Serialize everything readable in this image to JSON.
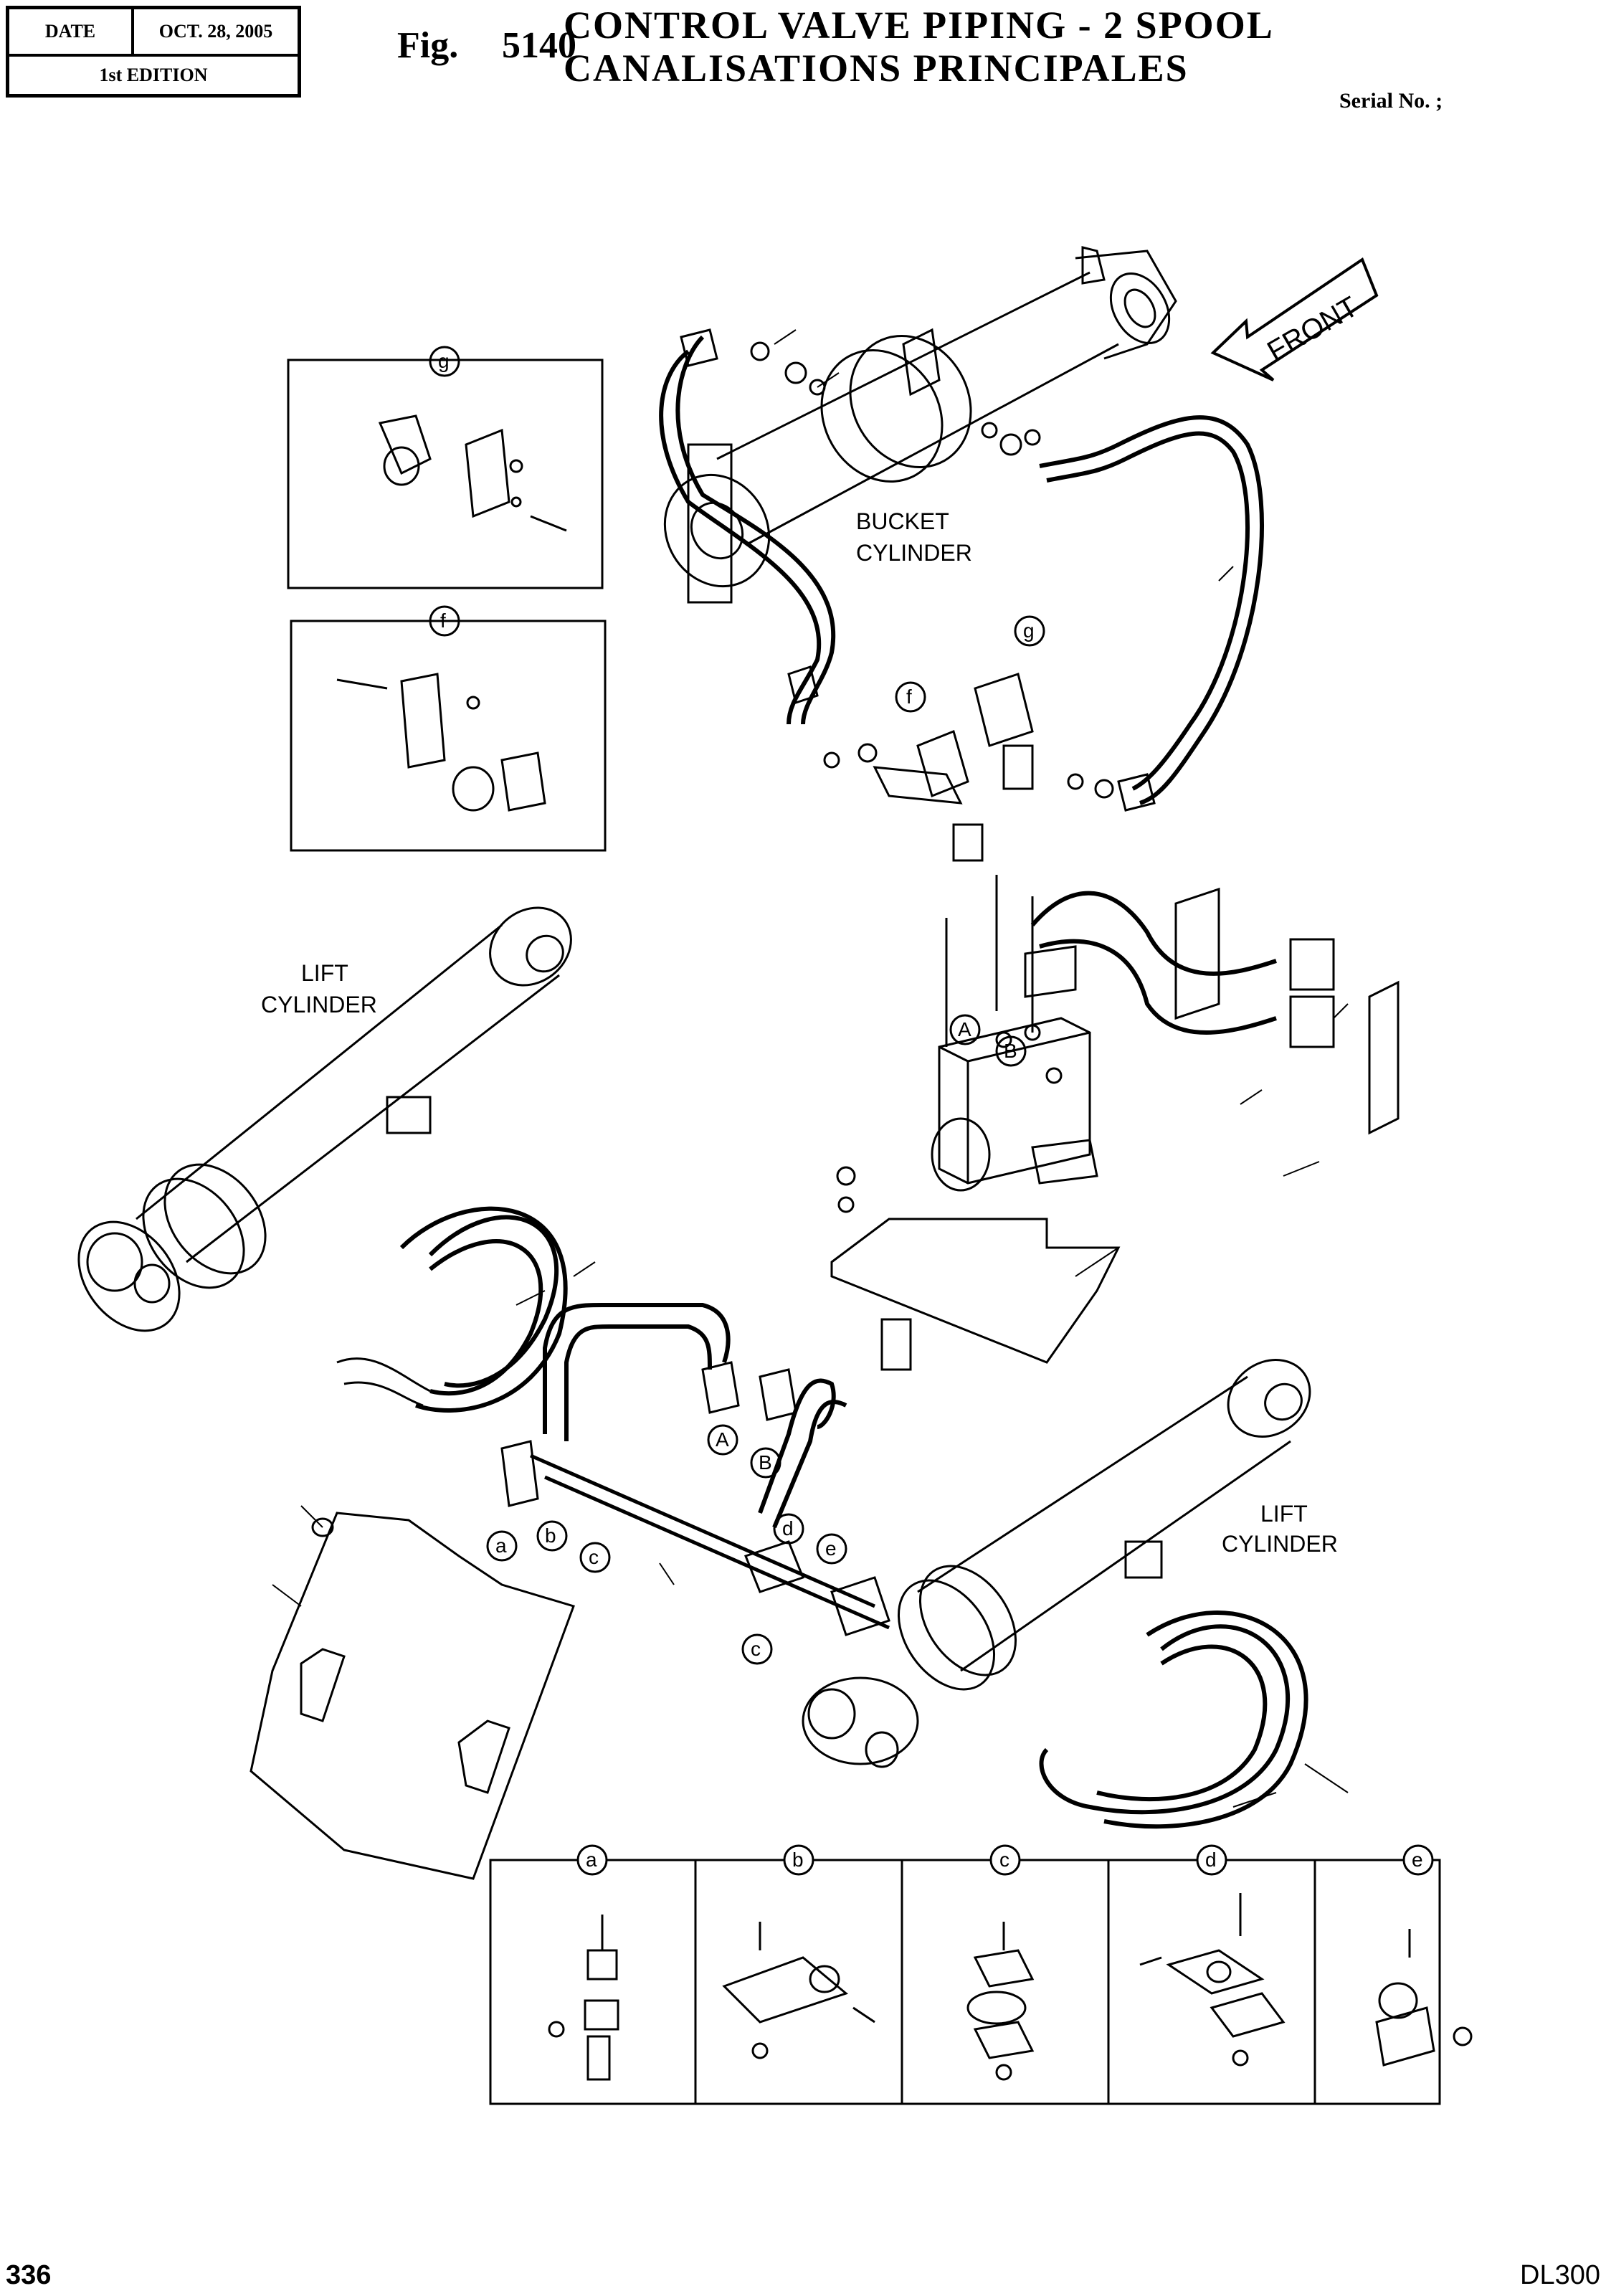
{
  "header": {
    "date_label": "DATE",
    "date_value": "OCT. 28, 2005",
    "edition": "1st EDITION",
    "fig_label": "Fig.",
    "fig_number": "5140",
    "title_en": "CONTROL  VALVE  PIPING - 2 SPOOL",
    "title_fr": "CANALISATIONS  PRINCIPALES",
    "serial": "Serial No. ;"
  },
  "labels": {
    "front": "FRONT",
    "bucket_cylinder_line1": "BUCKET",
    "bucket_cylinder_line2": "CYLINDER",
    "lift_cylinder_left_line1": "LIFT",
    "lift_cylinder_left_line2": "CYLINDER",
    "lift_cylinder_right_line1": "LIFT",
    "lift_cylinder_right_line2": "CYLINDER"
  },
  "callouts": {
    "g": "g",
    "f": "f",
    "a": "a",
    "b": "b",
    "c": "c",
    "d": "d",
    "e": "e",
    "port_a": "A",
    "port_b": "B"
  },
  "detail_panels": [
    "a",
    "b",
    "c",
    "d",
    "e"
  ],
  "footer": {
    "page_number": "336",
    "model": "DL300"
  }
}
